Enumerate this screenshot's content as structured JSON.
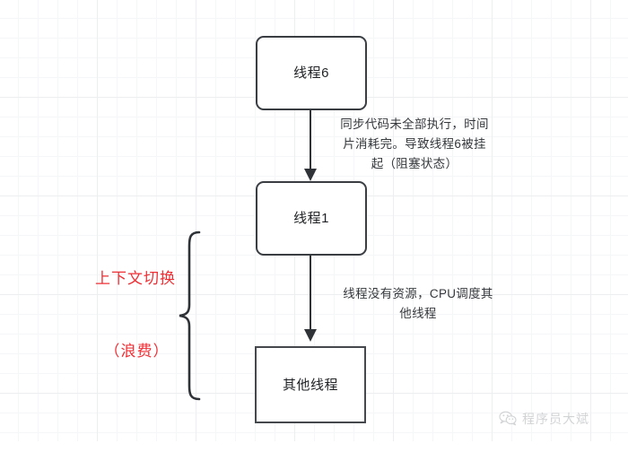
{
  "diagram": {
    "nodes": [
      {
        "id": "thread6",
        "label": "线程6",
        "shape": "rounded-rect"
      },
      {
        "id": "thread1",
        "label": "线程1",
        "shape": "rounded-rect"
      },
      {
        "id": "other",
        "label": "其他线程",
        "shape": "rect"
      }
    ],
    "connectors": [
      {
        "id": "arrow1",
        "from": "thread6",
        "to": "thread1",
        "annotation": "同步代码未全部执行，时间\n片消耗完。导致线程6被挂\n起（阻塞状态）"
      },
      {
        "id": "arrow2",
        "from": "thread1",
        "to": "other",
        "annotation": "线程没有资源，CPU调度其\n他线程"
      }
    ],
    "brace_group": {
      "title": "上下文切换",
      "subtitle": "（浪费）",
      "color": "#ee2f35"
    }
  },
  "watermark": {
    "text": "程序员大斌",
    "icon": "wechat-icon"
  },
  "colors": {
    "node_border": "#3a3d42",
    "node_fill": "#ffffff",
    "connector": "#2f3236",
    "annotation_text": "#34373b",
    "accent_red": "#ee2f35",
    "grid_line": "#eceef0",
    "canvas_background": "#ffffff"
  }
}
